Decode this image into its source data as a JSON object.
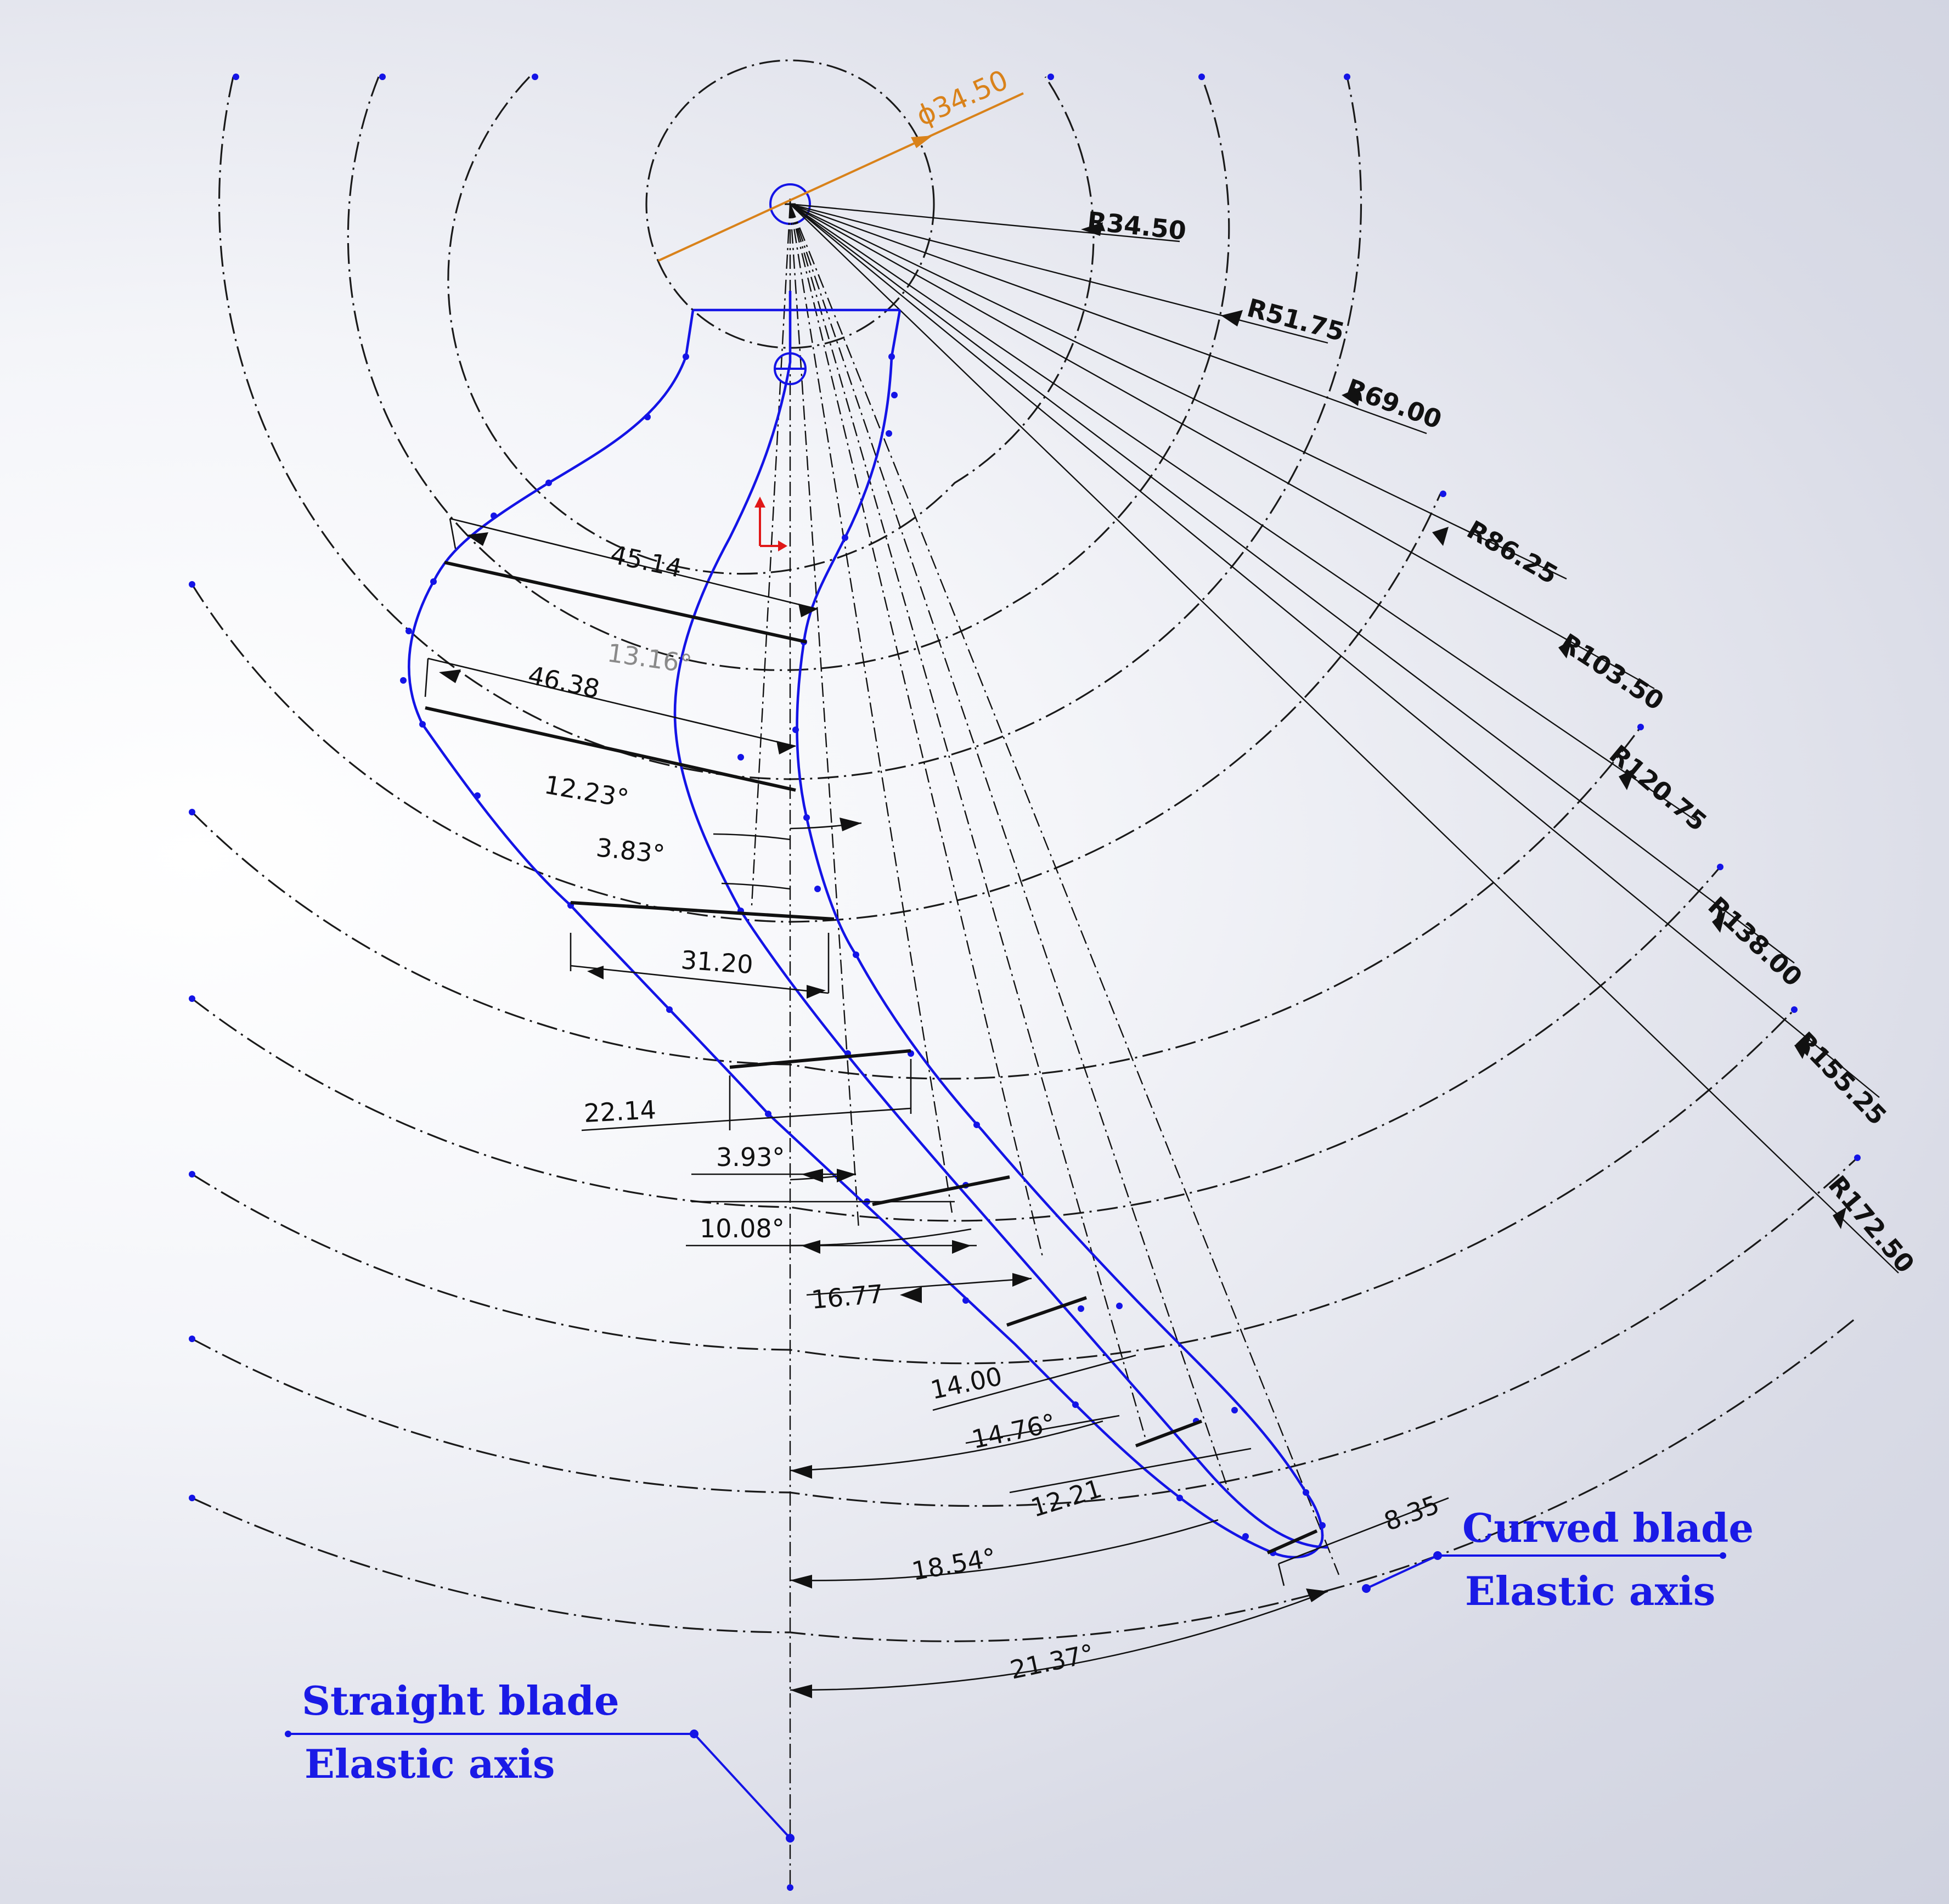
{
  "diameter_label": "ϕ34.50",
  "radii_labels": [
    "R34.50",
    "R51.75",
    "R69.00",
    "R86.25",
    "R103.50",
    "R120.75",
    "R138.00",
    "R155.25",
    "R172.50"
  ],
  "dimensions": {
    "d45_14": "45.14",
    "d13_16": "13.16°",
    "d46_38": "46.38",
    "d12_23": "12.23°",
    "d3_83": "3.83°",
    "d31_20": "31.20",
    "d22_14": "22.14",
    "d3_93": "3.93°",
    "d10_08": "10.08°",
    "d16_77": "16.77",
    "d14_00": "14.00",
    "d14_76": "14.76°",
    "d12_21": "12.21",
    "d8_35": "8.35",
    "d18_54": "18.54°",
    "d21_37": "21.37°"
  },
  "labels": {
    "curved_blade": "Curved blade",
    "curved_elastic": "Elastic axis",
    "straight_blade": "Straight blade",
    "straight_elastic": "Elastic axis"
  },
  "colors": {
    "blade": "#1414e6",
    "dimension": "#111111",
    "diameter": "#d9821a",
    "driven_dim": "#8a8a8a"
  }
}
